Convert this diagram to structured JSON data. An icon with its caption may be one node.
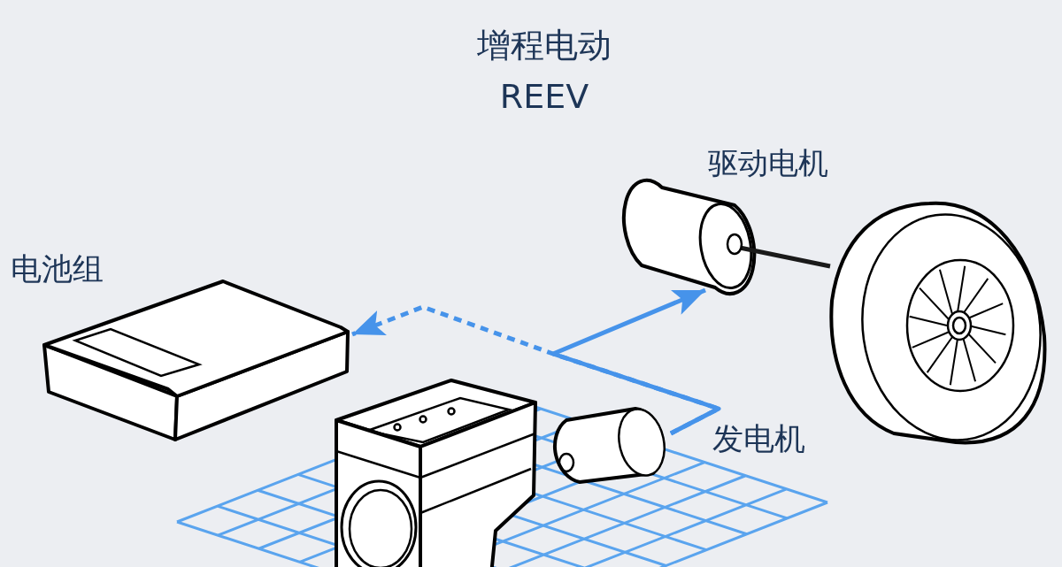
{
  "diagram": {
    "title": "增程电动 REEV",
    "nodes": [
      {
        "text": [
          "电池组"
        ]
      },
      {
        "text": [
          "驱动电机"
        ]
      },
      {
        "text": [],
        "shape": "picture"
      },
      {
        "text": [],
        "shape": "picture"
      },
      {
        "text": [],
        "shape": "cylinder"
      }
    ],
    "edges": [
      {
        "from": 4,
        "to": 1,
        "arrow": "to"
      },
      {
        "from": 4,
        "to": 0,
        "arrow": "to",
        "style": "dashed"
      }
    ],
    "labels": [
      "发电机"
    ]
  }
}
